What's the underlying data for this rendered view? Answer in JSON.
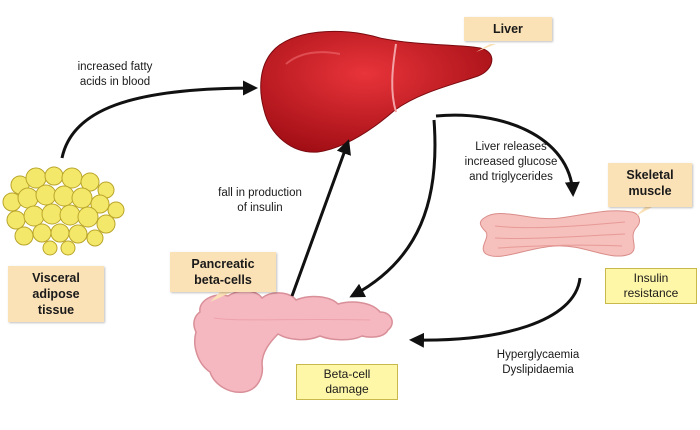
{
  "labels": {
    "liver": "Liver",
    "skeletal_muscle": "Skeletal\nmuscle",
    "visceral_adipose": "Visceral\nadipose\ntissue",
    "pancreatic_beta_cells": "Pancreatic\nbeta-cells",
    "insulin_resistance": "Insulin\nresistance",
    "beta_cell_damage": "Beta-cell\ndamage"
  },
  "arrows": {
    "adipose_to_liver": "increased fatty\nacids in blood",
    "liver_to_muscle": "Liver releases\nincreased glucose\nand triglycerides",
    "pancreas_to_liver": "fall in production\nof insulin",
    "muscle_to_pancreas": "Hyperglycaemia\nDyslipidaemia"
  },
  "colors": {
    "liver": "#c8141c",
    "adipose": "#f4e86a",
    "muscle": "#f6c0bd",
    "pancreas": "#f5b8c0",
    "label_box": "#fbe1b6",
    "result_box": "#fff7a8",
    "arrow": "#111111"
  }
}
